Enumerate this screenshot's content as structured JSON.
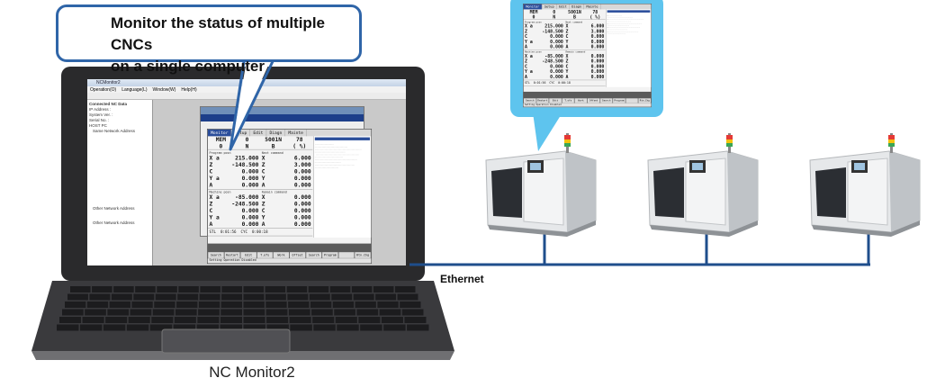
{
  "callout": {
    "line1": "Monitor the status of multiple CNCs",
    "line2": "on a single computer"
  },
  "network_label": "Ethernet",
  "laptop_label": "NC Monitor2",
  "colors": {
    "callout_border": "#2f65a8",
    "ethernet": "#1f4e8c",
    "screen_callout": "#5ec4ee"
  },
  "app": {
    "title": "NCMonitor2",
    "menu": [
      "Operation(O)",
      "Language(L)",
      "Window(W)",
      "Help(H)"
    ],
    "tree_header": "Connected NC Data",
    "tree_items": [
      "IP Address :",
      "System Ver. :",
      "Serial No. :",
      "HOST PC",
      "Same Network Address",
      "Other Network Address",
      "Other Network Address"
    ]
  },
  "cnc": {
    "tabs": [
      "Monitor",
      "Setup",
      "Edit",
      "Diagn",
      "Mainte"
    ],
    "head": [
      "MEM",
      "0",
      "5001N",
      "78",
      "0",
      "N",
      "B",
      "( %)"
    ],
    "program_pos_label": "Program posn",
    "next_cmd_label": "Next command",
    "machine_pos_label": "Machine posn",
    "remain_label": "Remain command",
    "program_pos": [
      [
        "X a",
        "215.000"
      ],
      [
        "Z",
        "-148.500"
      ],
      [
        "C",
        "0.000"
      ],
      [
        "Y a",
        "0.000"
      ],
      [
        "A",
        "0.000"
      ]
    ],
    "next_cmd": [
      [
        "X",
        "6.000"
      ],
      [
        "Z",
        "3.000"
      ],
      [
        "C",
        "0.000"
      ],
      [
        "Y",
        "0.000"
      ],
      [
        "A",
        "0.000"
      ]
    ],
    "machine_pos": [
      [
        "X a",
        "-85.000"
      ],
      [
        "Z",
        "-248.500"
      ],
      [
        "C",
        "0.000"
      ],
      [
        "Y a",
        "0.000"
      ],
      [
        "A",
        "0.000"
      ]
    ],
    "remain": [
      [
        "X",
        "0.000"
      ],
      [
        "Z",
        "0.000"
      ],
      [
        "C",
        "0.000"
      ],
      [
        "Y",
        "0.000"
      ],
      [
        "A",
        "0.000"
      ]
    ],
    "stl": "STL",
    "cyc": "CYC",
    "stl_time": "0:01:56",
    "cyc_time": "0:00:18",
    "softkeys": [
      "Search",
      "Restart",
      "Edit",
      "T.ofs",
      "Work",
      "Offset",
      "Search",
      "Program",
      "",
      "Rtn.Chg"
    ],
    "status": "Setting Operation Disabled"
  }
}
